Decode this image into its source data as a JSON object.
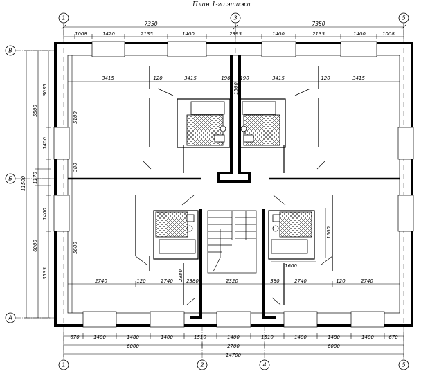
{
  "title": "План 1-го этажа",
  "axes": {
    "cols": [
      {
        "id": "c1",
        "label": "1"
      },
      {
        "id": "c3",
        "label": "3"
      },
      {
        "id": "c5",
        "label": "5"
      },
      {
        "id": "c2",
        "label": "2"
      },
      {
        "id": "c4",
        "label": "4"
      }
    ],
    "rows": [
      {
        "id": "rV",
        "label": "В"
      },
      {
        "id": "rB",
        "label": "Б"
      },
      {
        "id": "rA",
        "label": "А"
      }
    ]
  },
  "top_dims": {
    "overall_left": "7350",
    "overall_right": "7350",
    "segments": [
      "1008",
      "1420",
      "2135",
      "1400",
      "2395",
      "1400",
      "2135",
      "1400",
      "1008"
    ]
  },
  "left_dims": {
    "overall": "11500",
    "upper": "5500",
    "lower": "6000",
    "mid": "1170",
    "segments": [
      "3035",
      "1400",
      "1400",
      "3535"
    ]
  },
  "bottom_dims": {
    "segments": [
      "670",
      "1400",
      "1480",
      "1400",
      "1510",
      "1400",
      "1510",
      "1400",
      "1480",
      "1400",
      "670"
    ],
    "groups": [
      "6000",
      "2700",
      "6000"
    ],
    "overall": "14700"
  },
  "inner": {
    "upper_left": [
      "3415",
      "120",
      "3415",
      "190"
    ],
    "upper_right": [
      "190",
      "3415",
      "120",
      "3415"
    ],
    "lower_left": [
      "2740",
      "120",
      "2740",
      "2380"
    ],
    "stair": "2320",
    "lower_right": [
      "380",
      "2740",
      "120",
      "2740"
    ],
    "v_upper_left": "5100",
    "v_upper_right": "1560",
    "v_lower_left": "5600",
    "v_lower_right": "1600",
    "h_lower_right": "1600",
    "v_380": "380",
    "v_2380": "2380"
  }
}
